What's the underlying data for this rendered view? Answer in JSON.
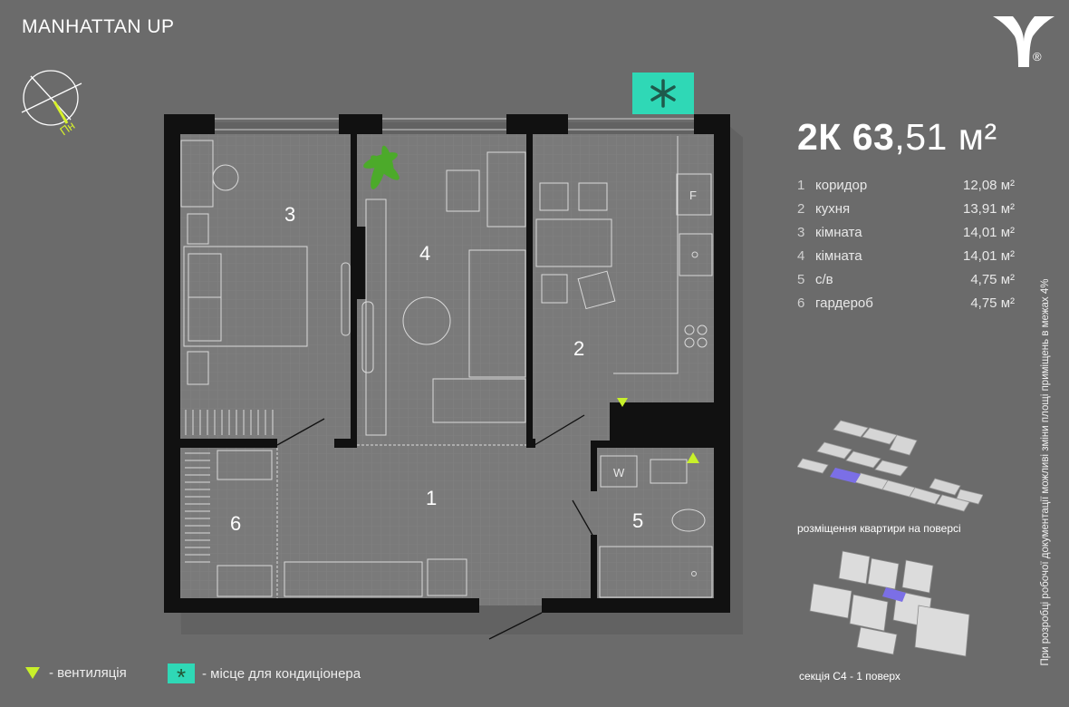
{
  "brand": "MANHATTAN UP",
  "logo": {
    "registered": "®"
  },
  "compass": {
    "label": "Пн"
  },
  "apartment": {
    "type": "2К",
    "area_int": "63",
    "area_dec": ",51",
    "unit": "м²"
  },
  "rooms": [
    {
      "n": "1",
      "name": "коридор",
      "area": "12,08 м²"
    },
    {
      "n": "2",
      "name": "кухня",
      "area": "13,91 м²"
    },
    {
      "n": "3",
      "name": "кімната",
      "area": "14,01 м²"
    },
    {
      "n": "4",
      "name": "кімната",
      "area": "14,01 м²"
    },
    {
      "n": "5",
      "name": "с/в",
      "area": "4,75 м²"
    },
    {
      "n": "6",
      "name": "гардероб",
      "area": "4,75 м²"
    }
  ],
  "plan_labels": {
    "r1": "1",
    "r2": "2",
    "r3": "3",
    "r4": "4",
    "r5": "5",
    "r6": "6",
    "washer": "W",
    "fridge": "F"
  },
  "note": "При розробці робочої документації можливі зміни площі приміщень в межах 4%",
  "floor_caption": "розміщення квартири на поверсі",
  "section_caption": "секція С4 - 1 поверх",
  "legend": {
    "ventilation": "- вентиляція",
    "ac": "- місце для кондиціонера"
  },
  "colors": {
    "accent": "#c8f02a",
    "ac": "#2fd8b6",
    "highlight": "#7b6fe6",
    "wall": "#111111",
    "floor": "#7a7a7a"
  }
}
